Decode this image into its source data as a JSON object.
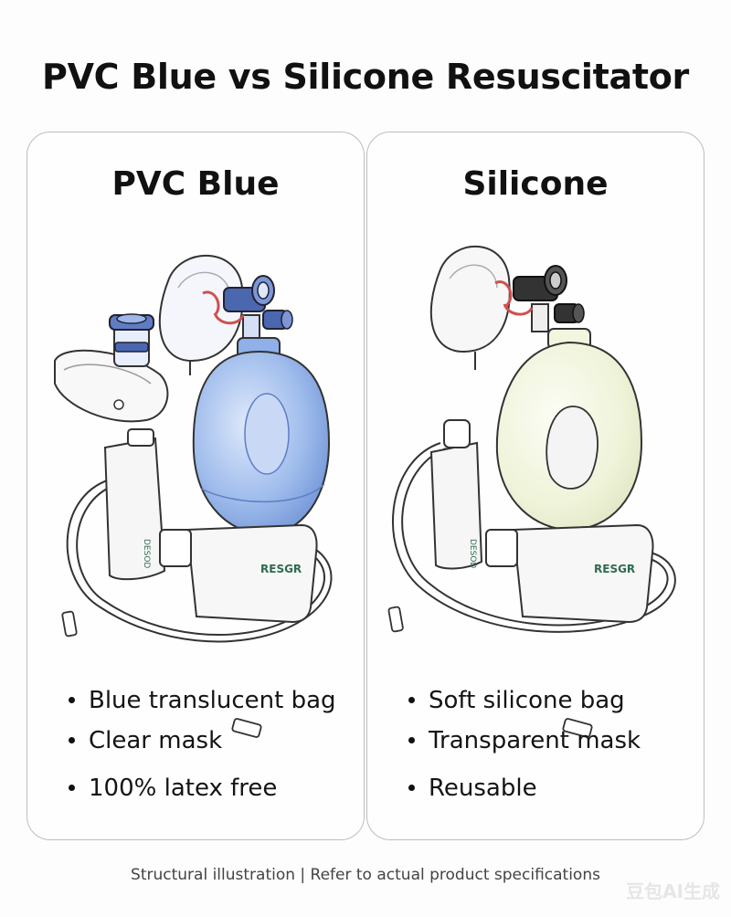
{
  "title": "PVC Blue vs Silicone Resuscitator",
  "panels": [
    {
      "title": "PVC Blue",
      "bag_color": "#8fb0e8",
      "valve_color": "#4a67b0",
      "bullets": [
        "Blue translucent bag",
        "Clear mask",
        "100% latex free"
      ],
      "reservoir_label": "RESGR",
      "side_label": "DESOD"
    },
    {
      "title": "Silicone",
      "bag_color": "#f2f6df",
      "valve_color": "#222222",
      "bullets": [
        "Soft silicone bag",
        "Transparent mask",
        "Reusable"
      ],
      "reservoir_label": "RESGR",
      "side_label": "DESOD"
    }
  ],
  "footer": "Structural illustration | Refer to actual product specifications",
  "watermark": "豆包AI生成"
}
